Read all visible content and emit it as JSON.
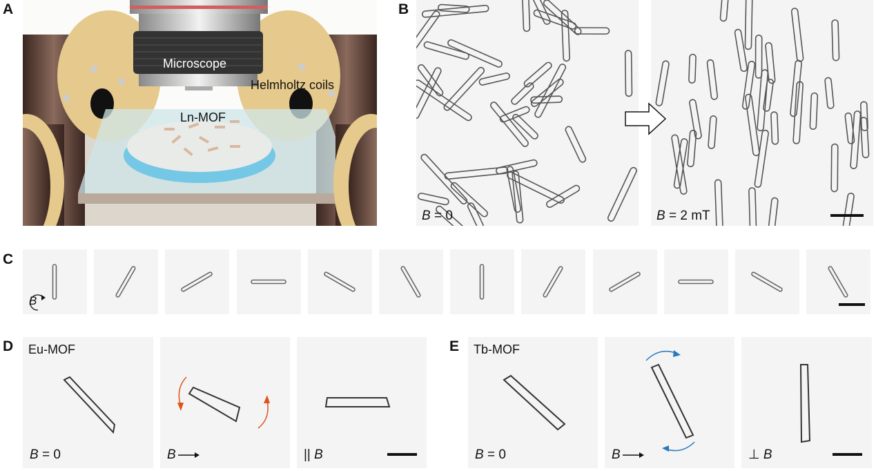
{
  "panels": {
    "A": {
      "label": "A",
      "microscope": "Microscope",
      "coils": "Helmholtz coils",
      "sample": "Ln-MOF"
    },
    "B": {
      "label": "B",
      "left_field_symbol": "B",
      "left_field_value": "= 0",
      "right_field_symbol": "B",
      "right_field_value": "= 2 mT"
    },
    "C": {
      "label": "C",
      "rotating_field_symbol": "B"
    },
    "D": {
      "label": "D",
      "material": "Eu-MOF",
      "f1_symbol": "B",
      "f1_value": "= 0",
      "f2_symbol": "B",
      "f3_prefix": "||",
      "f3_symbol": "B"
    },
    "E": {
      "label": "E",
      "material": "Tb-MOF",
      "f1_symbol": "B",
      "f1_value": "= 0",
      "f2_symbol": "B",
      "f3_prefix": "⊥",
      "f3_symbol": "B"
    }
  },
  "colors": {
    "rotation_arrow_D": "#e0521d",
    "rotation_arrow_E": "#2a78c0"
  }
}
